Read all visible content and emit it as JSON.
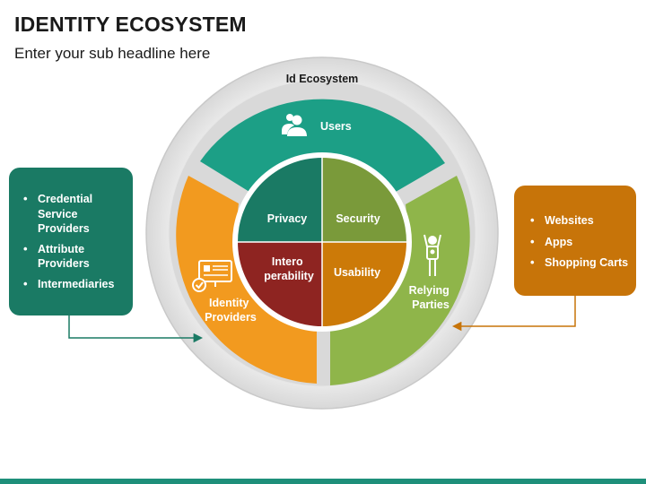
{
  "title": "IDENTITY ECOSYSTEM",
  "subtitle": "Enter your sub headline here",
  "ring_label": "Id Ecosystem",
  "outer_segments": {
    "users": "Users",
    "identity_providers": [
      "Identity",
      "Providers"
    ],
    "relying_parties": [
      "Relying",
      "Parties"
    ]
  },
  "quadrants": {
    "privacy": "Privacy",
    "security": "Security",
    "interoperability": [
      "Intero",
      "perability"
    ],
    "usability": "Usability"
  },
  "left_box": {
    "items": [
      [
        "Credential",
        "Service",
        "Providers"
      ],
      [
        "Attribute",
        "Providers"
      ],
      [
        "Intermediaries"
      ]
    ]
  },
  "right_box": {
    "items": [
      "Websites",
      "Apps",
      "Shopping Carts"
    ]
  },
  "colors": {
    "users": "#1c9f86",
    "identity_providers": "#f29a1f",
    "relying_parties": "#8fb54a",
    "privacy": "#1a7a64",
    "security": "#7a9a3a",
    "interoperability": "#8e2421",
    "usability": "#cc7a08",
    "left_box": "#1a7a64",
    "right_box": "#c77409"
  }
}
